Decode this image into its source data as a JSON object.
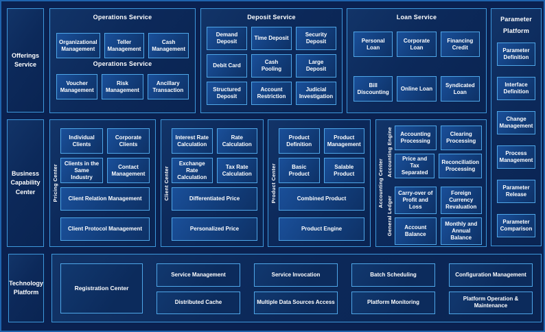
{
  "colors": {
    "page_bg": "#0a2150",
    "outer_frame": "#1f64ad",
    "panel_border": "#3e9ade",
    "box_border": "#4fa8ea",
    "box_fill_top": "#1a4f99",
    "box_fill_bottom": "#0e3166",
    "text": "#ffffff"
  },
  "left_rail": {
    "offerings": "Offerings Service",
    "business_capability": "Business Capability Center",
    "technology": "Technology Platform"
  },
  "operations_service": {
    "title": "Operations Service",
    "mid_label": "Operations Service",
    "row1": [
      "Organizational Management",
      "Teller Management",
      "Cash Management"
    ],
    "row2": [
      "Voucher Management",
      "Risk Management",
      "Ancillary Transaction"
    ]
  },
  "deposit_service": {
    "title": "Deposit Service",
    "items": [
      "Demand Deposit",
      "Time Deposit",
      "Security Deposit",
      "Debit Card",
      "Cash Pooling",
      "Large Deposit",
      "Structured Deposit",
      "Account Restriction",
      "Judicial Investigation"
    ]
  },
  "loan_service": {
    "title": "Loan Service",
    "row1": [
      "Personal Loan",
      "Corporate Loan",
      "Financing Credit"
    ],
    "row2": [
      "Bill Discounting",
      "Online Loan",
      "Syndicated Loan"
    ]
  },
  "parameter_platform": {
    "title": "Parameter Platform",
    "items": [
      "Parameter Definition",
      "Interface Definition",
      "Change Management",
      "Process Management",
      "Parameter Release",
      "Parameter Comparison"
    ]
  },
  "pricing_center": {
    "label": "Pricing Center",
    "small": [
      "Individual Clients",
      "Corporate Clients",
      "Clients in the Same Industry",
      "Contact Management"
    ],
    "wide": [
      "Client Relation Management",
      "Client Protocol Management"
    ]
  },
  "client_center": {
    "label": "Client Center",
    "small": [
      "Interest Rate Calculation",
      "Rate Calculation",
      "Exchange Rate Calculation",
      "Tax Rate Calculation"
    ],
    "wide": [
      "Differentiated Price",
      "Personalized Price"
    ]
  },
  "product_center": {
    "label": "Product Center",
    "small": [
      "Product Definition",
      "Product Management",
      "Basic Product",
      "Salable Product"
    ],
    "wide": [
      "Combined Product",
      "Product Engine"
    ]
  },
  "accounting_center": {
    "label": "Accounting Center",
    "groups": [
      {
        "label": "Accounting Engine",
        "items": [
          "Accounting Processing",
          "Clearing Processing",
          "Price and Tax Separated",
          "Reconciliation Processing"
        ]
      },
      {
        "label": "General Ledger",
        "items": [
          "Carry-over of Profit and Loss",
          "Foreign Currency Revaluation",
          "Account Balance",
          "Monthly and Annual Balance"
        ]
      }
    ]
  },
  "technology_platform": {
    "registration": "Registration Center",
    "columns": [
      [
        "Service Management",
        "Distributed Cache"
      ],
      [
        "Service Invocation",
        "Multiple Data Sources Access"
      ],
      [
        "Batch Scheduling",
        "Platform Monitoring"
      ],
      [
        "Configuration Management",
        "Platform Operation & Maintenance"
      ]
    ]
  }
}
